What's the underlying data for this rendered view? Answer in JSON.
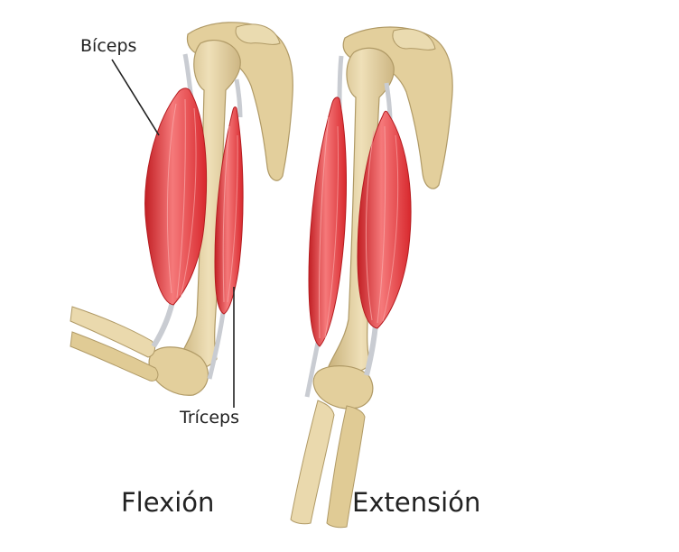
{
  "labels": {
    "biceps": "Bíceps",
    "triceps": "Tríceps"
  },
  "captions": {
    "flexion": "Flexión",
    "extension": "Extensión"
  },
  "colors": {
    "bone": "#e8d6a8",
    "bone_shadow": "#c9b27c",
    "bone_outline": "#b09a66",
    "muscle": "#e8363a",
    "muscle_light": "#f5797a",
    "muscle_dark": "#c21f24",
    "tendon": "#c9ccd2",
    "text": "#222222"
  }
}
